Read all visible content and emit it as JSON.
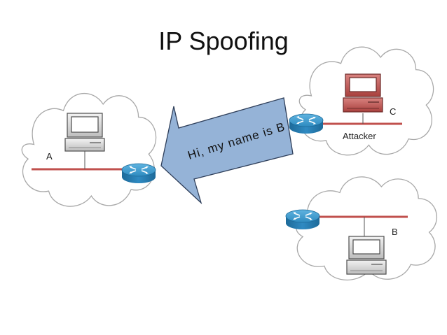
{
  "title": "IP Spoofing",
  "message": "Hi, my name is B",
  "nodes": {
    "a": {
      "label": "A"
    },
    "c": {
      "label": "C",
      "role": "Attacker"
    },
    "b": {
      "label": "B"
    }
  },
  "colors": {
    "cloud_stroke": "#a8a8a8",
    "lan_line": "#c0504d",
    "arrow_fill": "#95b3d7",
    "arrow_stroke": "#2f3f5a",
    "router": "#2e8bc0",
    "attacker_pc": "#c05a57",
    "pc": "#e4e4e4"
  },
  "icons": [
    "cloud-icon",
    "computer-icon",
    "router-icon",
    "arrow-icon"
  ]
}
